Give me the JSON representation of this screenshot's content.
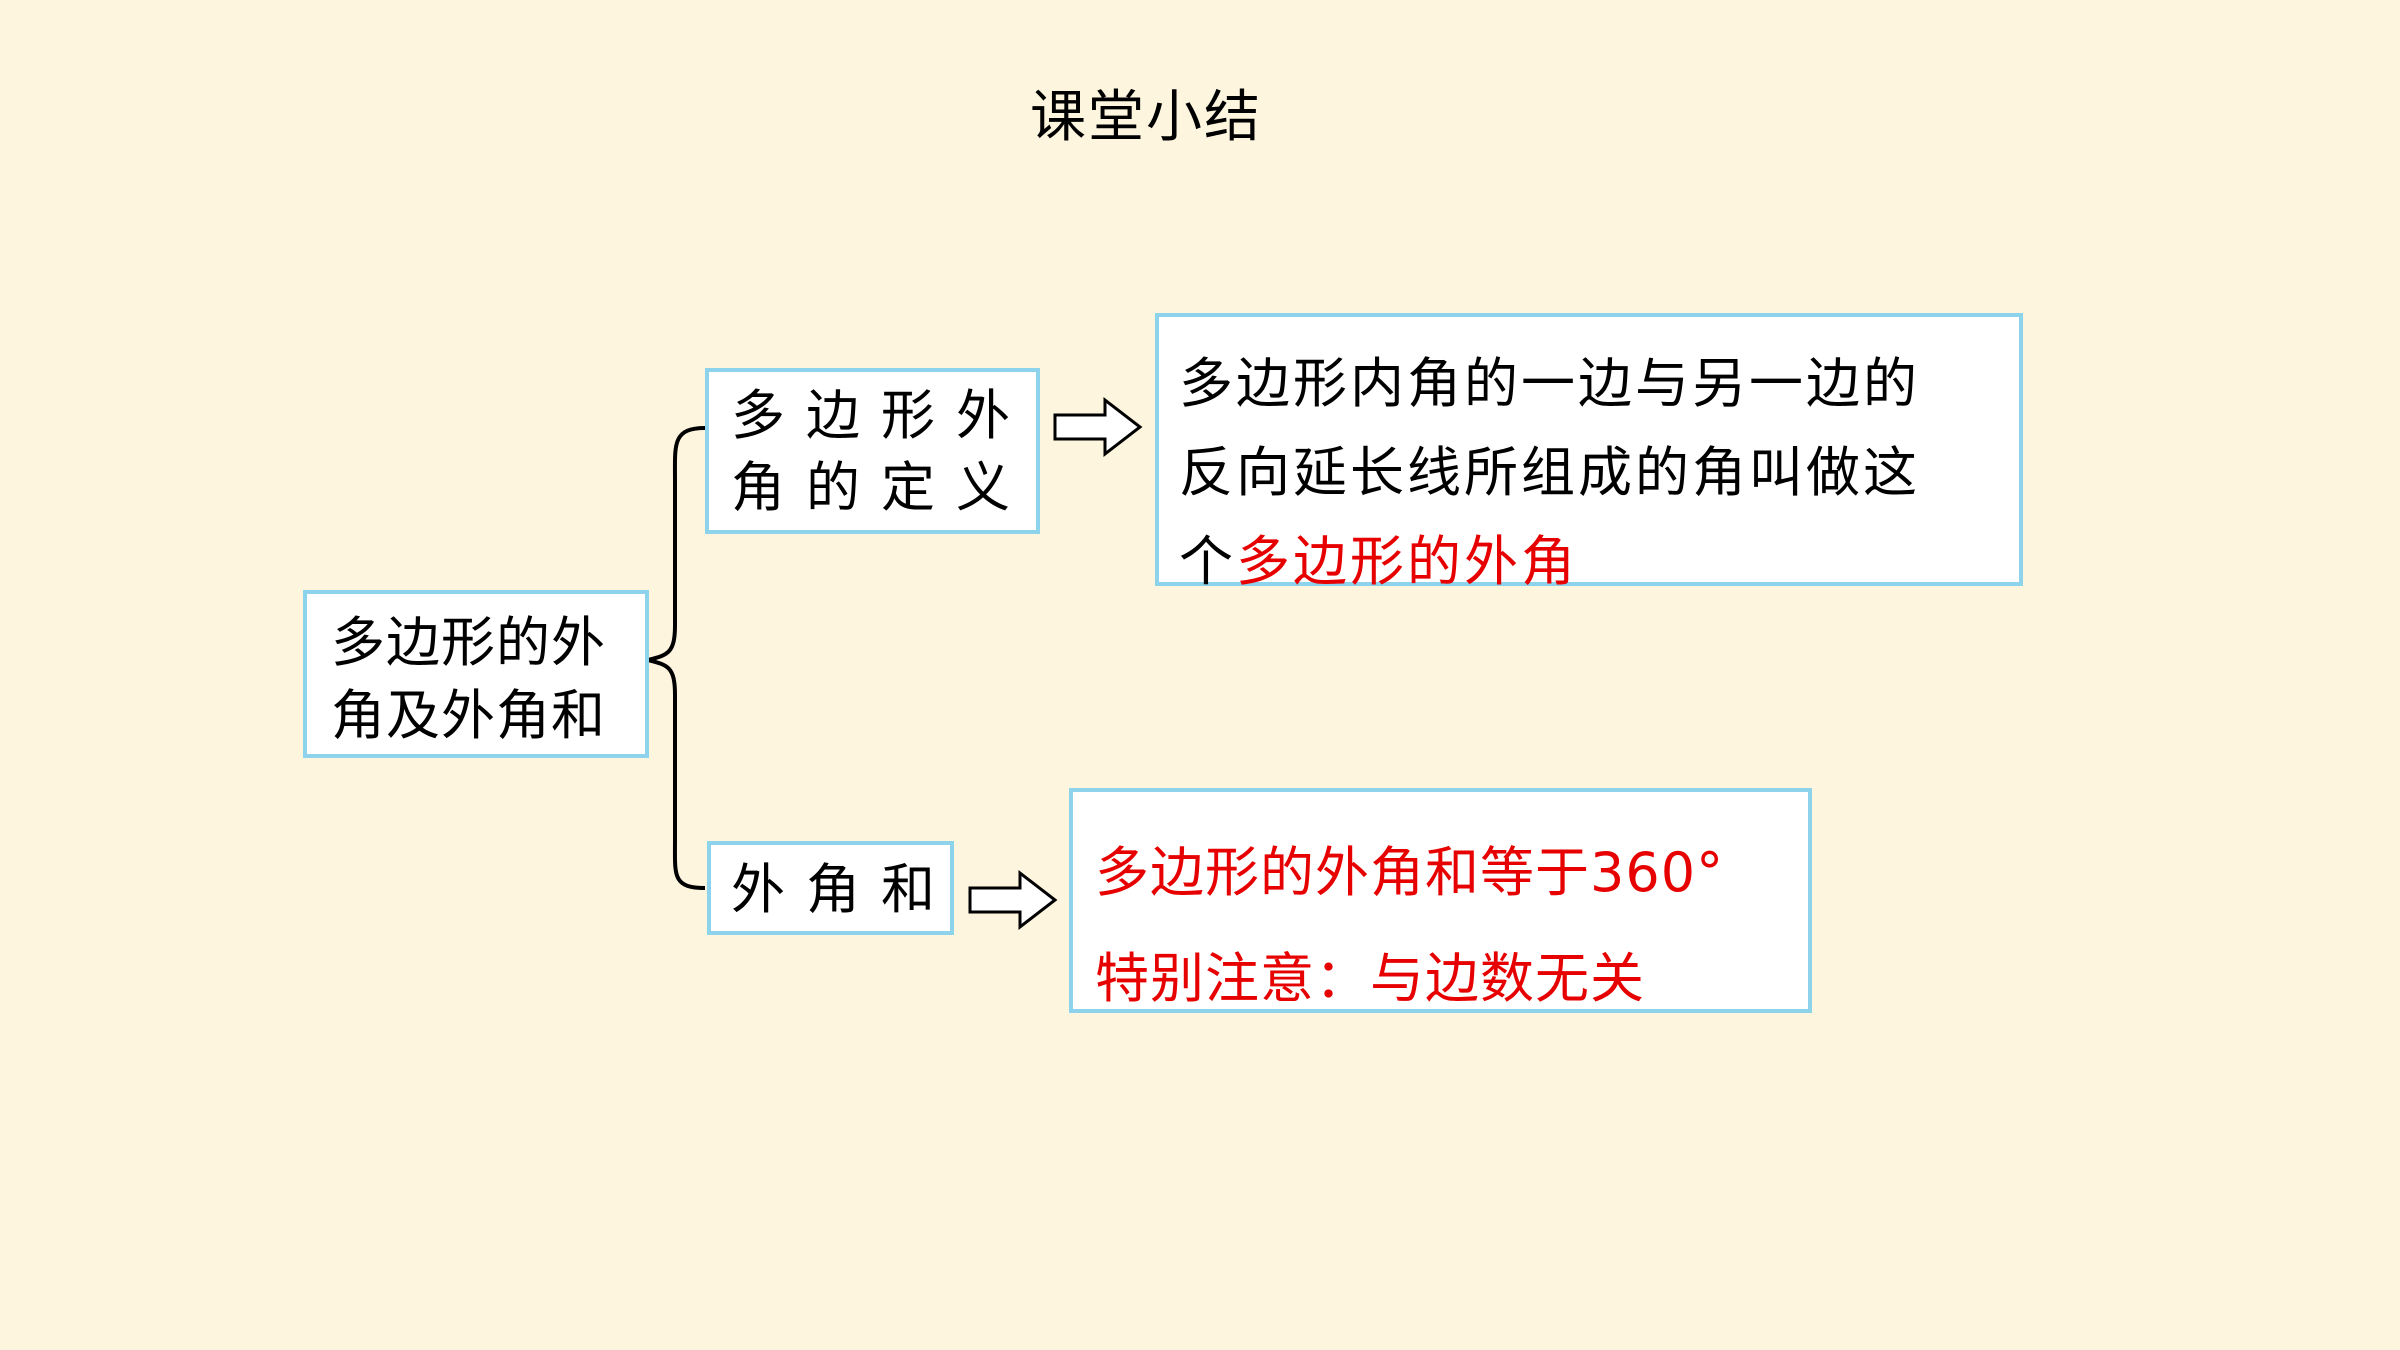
{
  "title": "课堂小结",
  "root": {
    "line1": "多边形的外",
    "line2": "角及外角和"
  },
  "branches": {
    "definition": {
      "label_line1": "多边形外",
      "label_line2": "角的定义",
      "detail_line1": "多边形内角的一边与另一边的",
      "detail_line2": "反向延长线所组成的角叫做这",
      "detail_line3_prefix": "个",
      "detail_line3_highlight": "多边形的外角"
    },
    "sum": {
      "label": "外角和",
      "detail_line1": "多边形的外角和等于360°",
      "detail_line2": "特别注意：与边数无关"
    }
  },
  "colors": {
    "background": "#fef5df",
    "box_border": "#8dd3ec",
    "highlight": "#e60000"
  }
}
